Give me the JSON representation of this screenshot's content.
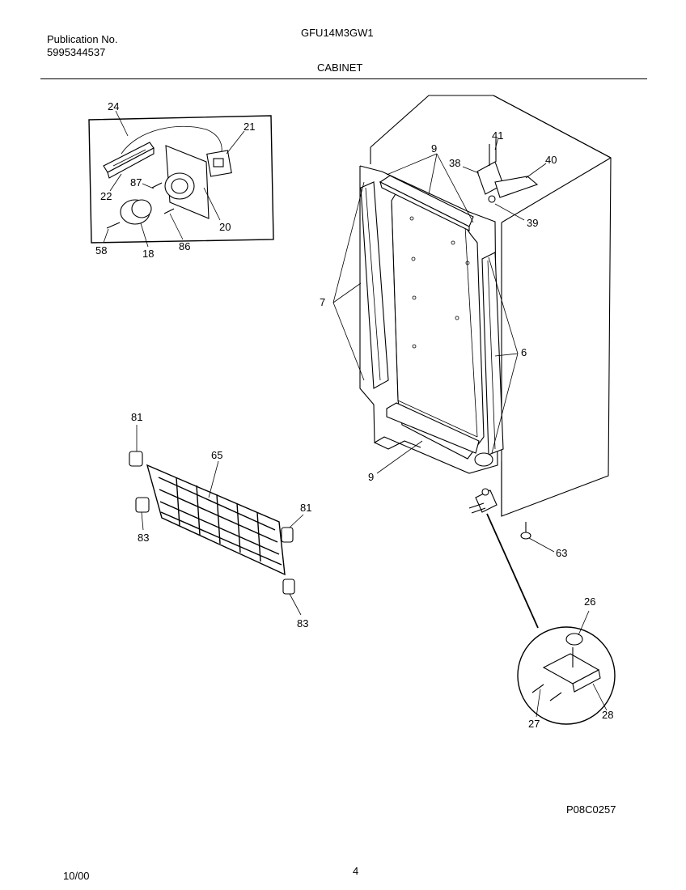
{
  "header": {
    "publication_label": "Publication No.",
    "publication_number": "5995344537",
    "model": "GFU14M3GW1",
    "section": "CABINET"
  },
  "footer": {
    "date": "10/00",
    "page": "4",
    "figure_code": "P08C0257"
  },
  "callouts": {
    "c24": "24",
    "c21": "21",
    "c87": "87",
    "c22": "22",
    "c20": "20",
    "c58": "58",
    "c18": "18",
    "c86": "86",
    "c41": "41",
    "c9a": "9",
    "c38": "38",
    "c40": "40",
    "c39": "39",
    "c7": "7",
    "c6": "6",
    "c9b": "9",
    "c63": "63",
    "c81a": "81",
    "c65": "65",
    "c81b": "81",
    "c83a": "83",
    "c83b": "83",
    "c26": "26",
    "c27": "27",
    "c28": "28"
  }
}
